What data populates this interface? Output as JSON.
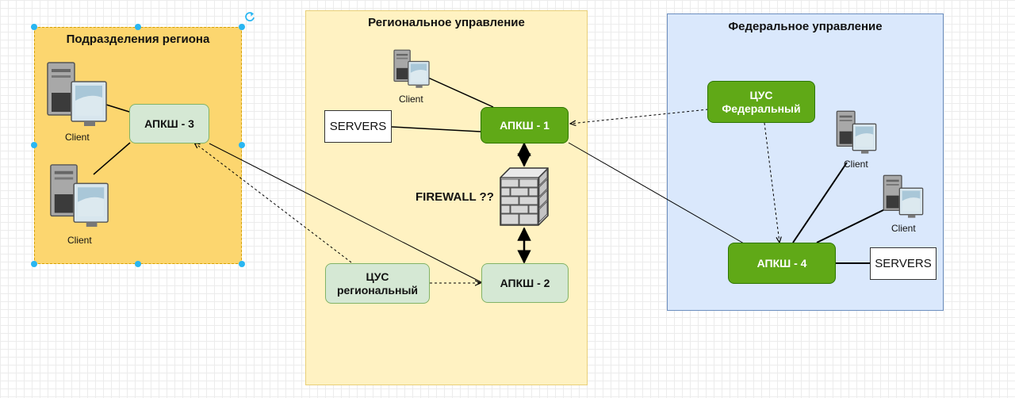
{
  "zones": {
    "subdivisions": {
      "title": "Подразделения региона"
    },
    "regional": {
      "title": "Региональное управление"
    },
    "federal": {
      "title": "Федеральное управление"
    }
  },
  "nodes": {
    "apksh1": "АПКШ - 1",
    "apksh2": "АПКШ - 2",
    "apksh3": "АПКШ - 3",
    "apksh4": "АПКШ - 4",
    "cus_regional_line1": "ЦУС",
    "cus_regional_line2": "региональный",
    "cus_federal_line1": "ЦУС",
    "cus_federal_line2": "Федеральный"
  },
  "servers": {
    "regional": "SERVERS",
    "federal": "SERVERS"
  },
  "clients": {
    "sub1": "Client",
    "sub2": "Client",
    "regional": "Client",
    "fed1": "Client",
    "fed2": "Client"
  },
  "firewall": {
    "label": "FIREWALL ??"
  },
  "colors": {
    "subdivisions_fill": "#fcd66f",
    "regional_fill": "#fff2c2",
    "federal_fill": "#dae8fc",
    "light_node": "#d5e8d4",
    "dark_node": "#60a917",
    "selection": "#29b6f2"
  },
  "icons": {
    "client": "desktop-computer-icon",
    "firewall": "brick-wall-icon",
    "rotate": "rotate-handle-icon"
  }
}
